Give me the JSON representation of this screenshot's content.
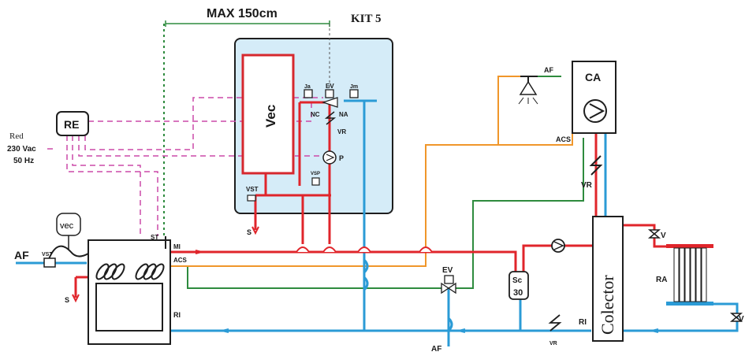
{
  "header": {
    "max_length": "MAX 150cm",
    "kit": "KIT 5"
  },
  "labels": {
    "red": "Red",
    "voltage": "230 Vac",
    "frequency": "50 Hz",
    "re": "RE",
    "vec_box": "vec",
    "af_left": "AF",
    "vst_left": "VST",
    "s_left": "S",
    "st": "ST",
    "mi": "MI",
    "acs_left": "ACS",
    "ri_left": "RI",
    "vec_tank": "Vec",
    "ja": "Ja",
    "ev_kit": "EV",
    "jm": "Jm",
    "nc": "NC",
    "na": "NA",
    "vr_kit": "VR",
    "p": "P",
    "vsp": "VSP",
    "vst_kit": "VST",
    "s_kit": "S",
    "af_top": "AF",
    "acs_top": "ACS",
    "ca": "CA",
    "vr_right": "VR",
    "ev_mid": "EV",
    "sc": "Sc",
    "sc_num": "30",
    "af_bottom": "AF",
    "ri_bottom": "RI",
    "vr_bottom": "VR",
    "colector": "Colector",
    "v_top": "V",
    "ra": "RA",
    "v_bottom": "V"
  },
  "colors": {
    "hot": "#e0252b",
    "cold": "#2b9bd6",
    "green_line": "#2e8b3e",
    "orange_line": "#f0962a",
    "signal": "#cc4aa8",
    "kit_bg": "#d5ecf8",
    "tank": "#d6282e"
  }
}
